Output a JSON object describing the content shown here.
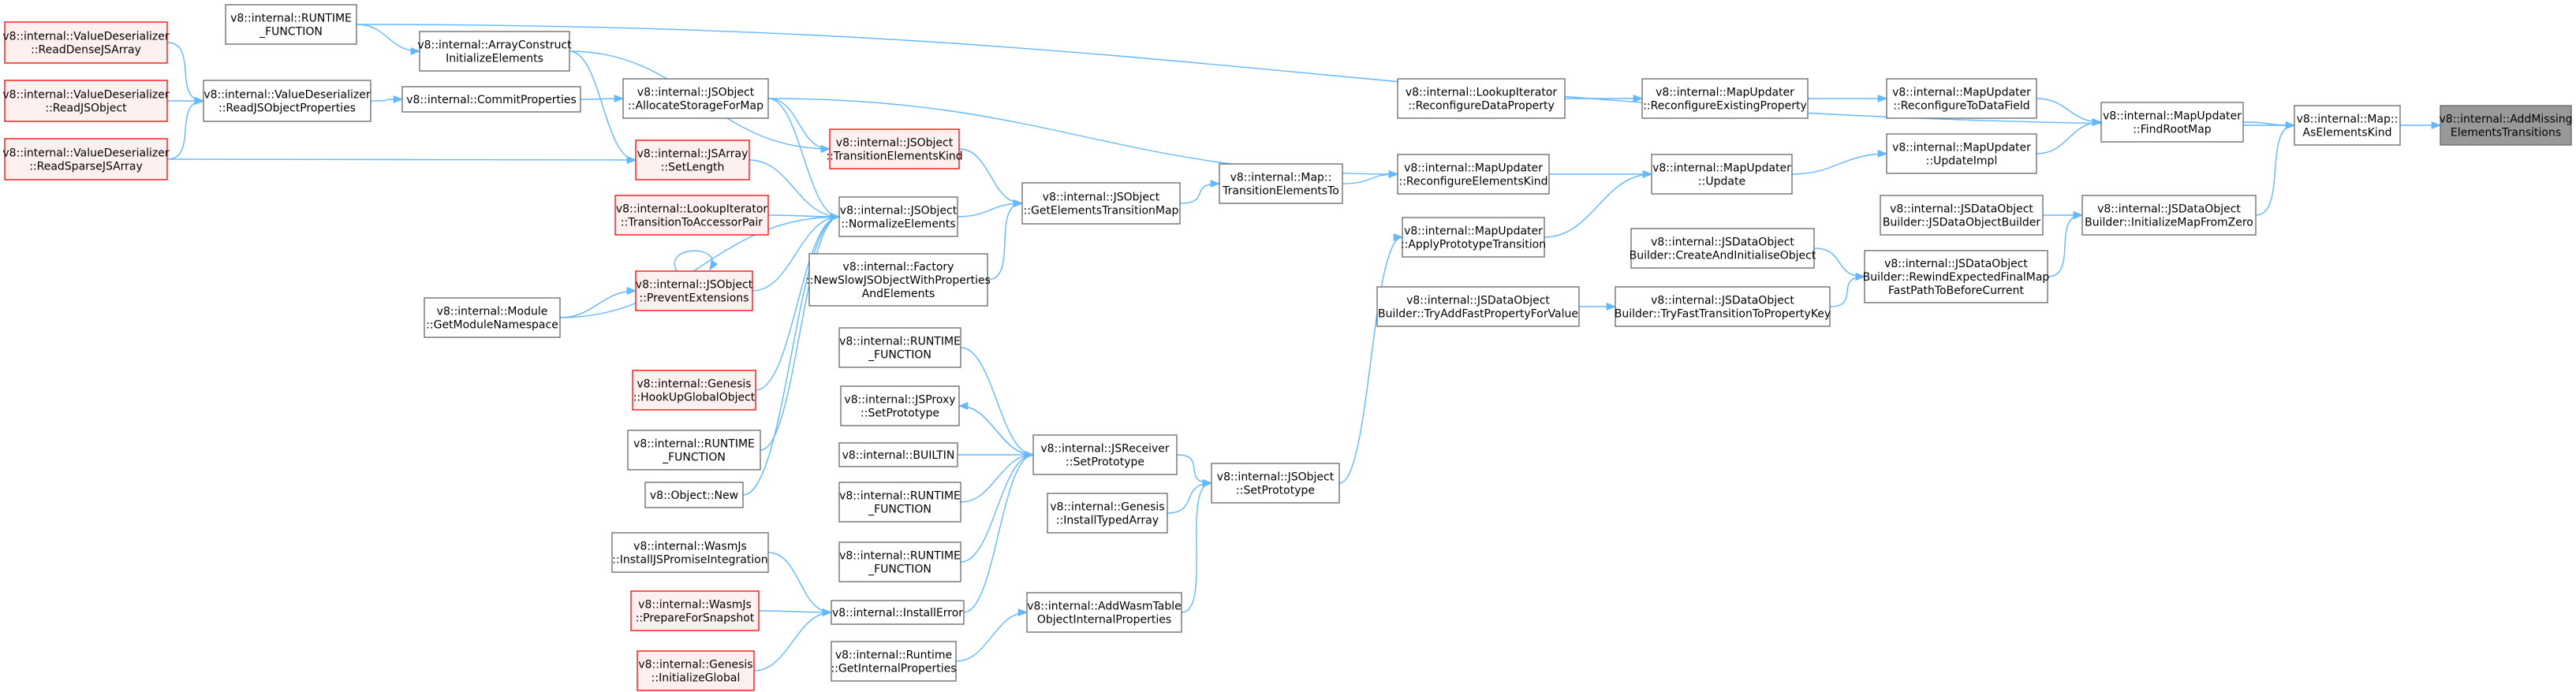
{
  "colors": {
    "edge": "#63b8ff",
    "normal_border": "#666666",
    "normal_fill": "#ffffff",
    "red_border": "#ff0000",
    "red_fill": "#fff0f0",
    "root_border": "#666666",
    "root_fill": "#999999"
  },
  "nodes": [
    {
      "id": "root",
      "lines": [
        "v8::internal::AddMissing",
        "ElementsTransitions"
      ],
      "style": "root"
    },
    {
      "id": "aselemkind",
      "lines": [
        "v8::internal::Map::",
        "AsElementsKind"
      ],
      "style": "normal"
    },
    {
      "id": "findroot",
      "lines": [
        "v8::internal::MapUpdater",
        "::FindRootMap"
      ],
      "style": "normal"
    },
    {
      "id": "initmapzero",
      "lines": [
        "v8::internal::JSDataObject",
        "Builder::InitializeMapFromZero"
      ],
      "style": "normal"
    },
    {
      "id": "reconfdatafield",
      "lines": [
        "v8::internal::MapUpdater",
        "::ReconfigureToDataField"
      ],
      "style": "normal"
    },
    {
      "id": "updateimpl",
      "lines": [
        "v8::internal::MapUpdater",
        "::UpdateImpl"
      ],
      "style": "normal"
    },
    {
      "id": "jsdobuilder",
      "lines": [
        "v8::internal::JSDataObject",
        "Builder::JSDataObjectBuilder"
      ],
      "style": "normal"
    },
    {
      "id": "rewind",
      "lines": [
        "v8::internal::JSDataObject",
        "Builder::RewindExpectedFinalMap",
        "FastPathToBeforeCurrent"
      ],
      "style": "normal"
    },
    {
      "id": "reconfexisting",
      "lines": [
        "v8::internal::MapUpdater",
        "::ReconfigureExistingProperty"
      ],
      "style": "normal"
    },
    {
      "id": "lookupreconf",
      "lines": [
        "v8::internal::LookupIterator",
        "::ReconfigureDataProperty"
      ],
      "style": "normal"
    },
    {
      "id": "mapupdate",
      "lines": [
        "v8::internal::MapUpdater",
        "::Update"
      ],
      "style": "normal"
    },
    {
      "id": "createinit",
      "lines": [
        "v8::internal::JSDataObject",
        "Builder::CreateAndInitialiseObject"
      ],
      "style": "normal"
    },
    {
      "id": "tryfasttrans",
      "lines": [
        "v8::internal::JSDataObject",
        "Builder::TryFastTransitionToPropertyKey"
      ],
      "style": "normal"
    },
    {
      "id": "tryaddfast",
      "lines": [
        "v8::internal::JSDataObject",
        "Builder::TryAddFastPropertyForValue"
      ],
      "style": "normal"
    },
    {
      "id": "reconfelemkind",
      "lines": [
        "v8::internal::MapUpdater",
        "::ReconfigureElementsKind"
      ],
      "style": "normal"
    },
    {
      "id": "applyproto",
      "lines": [
        "v8::internal::MapUpdater",
        "::ApplyPrototypeTransition"
      ],
      "style": "normal"
    },
    {
      "id": "transelemto",
      "lines": [
        "v8::internal::Map::",
        "TransitionElementsTo"
      ],
      "style": "normal"
    },
    {
      "id": "getelemtransmap",
      "lines": [
        "v8::internal::JSObject",
        "::GetElementsTransitionMap"
      ],
      "style": "normal"
    },
    {
      "id": "jsobjsetproto",
      "lines": [
        "v8::internal::JSObject",
        "::SetPrototype"
      ],
      "style": "normal"
    },
    {
      "id": "transelemkind",
      "lines": [
        "v8::internal::JSObject",
        "::TransitionElementsKind"
      ],
      "style": "red"
    },
    {
      "id": "normalize",
      "lines": [
        "v8::internal::JSObject",
        "::NormalizeElements"
      ],
      "style": "normal"
    },
    {
      "id": "newslow",
      "lines": [
        "v8::internal::Factory",
        "::NewSlowJSObjectWithProperties",
        "AndElements"
      ],
      "style": "normal"
    },
    {
      "id": "allocstorage",
      "lines": [
        "v8::internal::JSObject",
        "::AllocateStorageForMap"
      ],
      "style": "normal"
    },
    {
      "id": "jsarraysetlen",
      "lines": [
        "v8::internal::JSArray",
        "::SetLength"
      ],
      "style": "red"
    },
    {
      "id": "lookuptrans",
      "lines": [
        "v8::internal::LookupIterator",
        "::TransitionToAccessorPair"
      ],
      "style": "red"
    },
    {
      "id": "prevent",
      "lines": [
        "v8::internal::JSObject",
        "::PreventExtensions"
      ],
      "style": "red"
    },
    {
      "id": "hookup",
      "lines": [
        "v8::internal::Genesis",
        "::HookUpGlobalObject"
      ],
      "style": "red"
    },
    {
      "id": "runtimefn3",
      "lines": [
        "v8::internal::RUNTIME",
        "_FUNCTION"
      ],
      "style": "normal"
    },
    {
      "id": "objnew",
      "lines": [
        "v8::Object::New"
      ],
      "style": "normal"
    },
    {
      "id": "modulens",
      "lines": [
        "v8::internal::Module",
        "::GetModuleNamespace"
      ],
      "style": "normal"
    },
    {
      "id": "commit",
      "lines": [
        "v8::internal::CommitProperties"
      ],
      "style": "normal"
    },
    {
      "id": "readjsobjprops",
      "lines": [
        "v8::internal::ValueDeserializer",
        "::ReadJSObjectProperties"
      ],
      "style": "normal"
    },
    {
      "id": "readdense",
      "lines": [
        "v8::internal::ValueDeserializer",
        "::ReadDenseJSArray"
      ],
      "style": "red"
    },
    {
      "id": "readjsobj",
      "lines": [
        "v8::internal::ValueDeserializer",
        "::ReadJSObject"
      ],
      "style": "red"
    },
    {
      "id": "readsparse",
      "lines": [
        "v8::internal::ValueDeserializer",
        "::ReadSparseJSArray"
      ],
      "style": "red"
    },
    {
      "id": "runtimefn1",
      "lines": [
        "v8::internal::RUNTIME",
        "_FUNCTION"
      ],
      "style": "normal"
    },
    {
      "id": "arrayconstruct",
      "lines": [
        "v8::internal::ArrayConstruct",
        "InitializeElements"
      ],
      "style": "normal"
    },
    {
      "id": "jsrecvsetproto",
      "lines": [
        "v8::internal::JSReceiver",
        "::SetPrototype"
      ],
      "style": "normal"
    },
    {
      "id": "runtimefn2",
      "lines": [
        "v8::internal::RUNTIME",
        "_FUNCTION"
      ],
      "style": "normal"
    },
    {
      "id": "jsproxysetproto",
      "lines": [
        "v8::internal::JSProxy",
        "::SetPrototype"
      ],
      "style": "normal"
    },
    {
      "id": "builtin",
      "lines": [
        "v8::internal::BUILTIN"
      ],
      "style": "normal"
    },
    {
      "id": "runtimefn4",
      "lines": [
        "v8::internal::RUNTIME",
        "_FUNCTION"
      ],
      "style": "normal"
    },
    {
      "id": "runtimefn5",
      "lines": [
        "v8::internal::RUNTIME",
        "_FUNCTION"
      ],
      "style": "normal"
    },
    {
      "id": "installtyped",
      "lines": [
        "v8::internal::Genesis",
        "::InstallTypedArray"
      ],
      "style": "normal"
    },
    {
      "id": "installerror",
      "lines": [
        "v8::internal::InstallError"
      ],
      "style": "normal"
    },
    {
      "id": "addwasm",
      "lines": [
        "v8::internal::AddWasmTable",
        "ObjectInternalProperties"
      ],
      "style": "normal"
    },
    {
      "id": "wasmpromise",
      "lines": [
        "v8::internal::WasmJs",
        "::InstallJSPromiseIntegration"
      ],
      "style": "normal"
    },
    {
      "id": "wasmprepare",
      "lines": [
        "v8::internal::WasmJs",
        "::PrepareForSnapshot"
      ],
      "style": "red"
    },
    {
      "id": "genesisinit",
      "lines": [
        "v8::internal::Genesis",
        "::InitializeGlobal"
      ],
      "style": "red"
    },
    {
      "id": "runtimegetint",
      "lines": [
        "v8::internal::Runtime",
        "::GetInternalProperties"
      ],
      "style": "normal"
    }
  ],
  "edges": [
    [
      "aselemkind",
      "root"
    ],
    [
      "findroot",
      "aselemkind"
    ],
    [
      "initmapzero",
      "aselemkind"
    ],
    [
      "runtimefn1",
      "aselemkind"
    ],
    [
      "reconfdatafield",
      "findroot"
    ],
    [
      "updateimpl",
      "findroot"
    ],
    [
      "jsdobuilder",
      "initmapzero"
    ],
    [
      "rewind",
      "initmapzero"
    ],
    [
      "reconfexisting",
      "reconfdatafield"
    ],
    [
      "lookupreconf",
      "reconfexisting"
    ],
    [
      "mapupdate",
      "updateimpl"
    ],
    [
      "createinit",
      "rewind"
    ],
    [
      "tryfasttrans",
      "rewind"
    ],
    [
      "tryaddfast",
      "tryfasttrans"
    ],
    [
      "reconfelemkind",
      "mapupdate"
    ],
    [
      "applyproto",
      "mapupdate"
    ],
    [
      "transelemto",
      "reconfelemkind"
    ],
    [
      "allocstorage",
      "reconfelemkind"
    ],
    [
      "jsobjsetproto",
      "applyproto"
    ],
    [
      "getelemtransmap",
      "transelemto"
    ],
    [
      "transelemkind",
      "getelemtransmap"
    ],
    [
      "normalize",
      "getelemtransmap"
    ],
    [
      "newslow",
      "getelemtransmap"
    ],
    [
      "allocstorage",
      "transelemkind"
    ],
    [
      "arrayconstruct",
      "transelemkind"
    ],
    [
      "jsarraysetlen",
      "normalize"
    ],
    [
      "lookuptrans",
      "normalize"
    ],
    [
      "prevent",
      "normalize"
    ],
    [
      "hookup",
      "normalize"
    ],
    [
      "runtimefn3",
      "normalize"
    ],
    [
      "objnew",
      "normalize"
    ],
    [
      "modulens",
      "normalize"
    ],
    [
      "allocstorage",
      "normalize"
    ],
    [
      "commit",
      "allocstorage"
    ],
    [
      "readjsobjprops",
      "commit"
    ],
    [
      "readdense",
      "readjsobjprops"
    ],
    [
      "readjsobj",
      "readjsobjprops"
    ],
    [
      "readsparse",
      "readjsobjprops"
    ],
    [
      "readsparse",
      "jsarraysetlen"
    ],
    [
      "arrayconstruct",
      "jsarraysetlen"
    ],
    [
      "runtimefn1",
      "arrayconstruct"
    ],
    [
      "prevent",
      "prevent"
    ],
    [
      "modulens",
      "prevent"
    ],
    [
      "jsrecvsetproto",
      "jsobjsetproto"
    ],
    [
      "installtyped",
      "jsobjsetproto"
    ],
    [
      "addwasm",
      "jsobjsetproto"
    ],
    [
      "runtimefn2",
      "jsrecvsetproto"
    ],
    [
      "jsproxysetproto",
      "jsrecvsetproto"
    ],
    [
      "jsrecvsetproto",
      "jsproxysetproto"
    ],
    [
      "builtin",
      "jsrecvsetproto"
    ],
    [
      "runtimefn4",
      "jsrecvsetproto"
    ],
    [
      "runtimefn5",
      "jsrecvsetproto"
    ],
    [
      "installerror",
      "jsrecvsetproto"
    ],
    [
      "wasmpromise",
      "installerror"
    ],
    [
      "wasmprepare",
      "installerror"
    ],
    [
      "genesisinit",
      "installerror"
    ],
    [
      "runtimegetint",
      "addwasm"
    ]
  ]
}
